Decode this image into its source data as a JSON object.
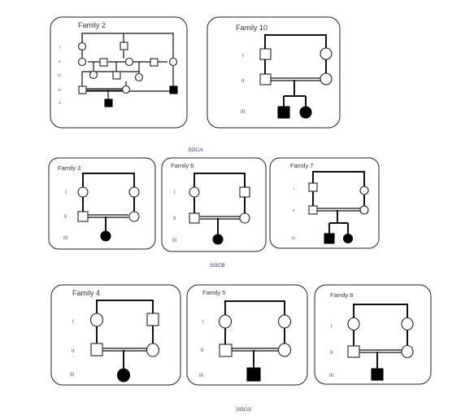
{
  "families": {
    "f2": {
      "title": "Family 2",
      "gens": [
        "I",
        "II",
        "III",
        "IV",
        "V"
      ]
    },
    "f10": {
      "title": "Family 10",
      "gens": [
        "I",
        "II",
        "III"
      ]
    },
    "f3": {
      "title": "Family 3",
      "gens": [
        "I",
        "II",
        "III"
      ]
    },
    "f6": {
      "title": "Family 6",
      "gens": [
        "I",
        "II",
        "III"
      ]
    },
    "f7": {
      "title": "Family 7",
      "gens": [
        "I",
        "II",
        "III"
      ]
    },
    "f4": {
      "title": "Family 4",
      "gens": [
        "I",
        "II",
        "III"
      ]
    },
    "f5": {
      "title": "Family 5",
      "gens": [
        "I",
        "II",
        "III"
      ]
    },
    "f8": {
      "title": "Family 8",
      "gens": [
        "I",
        "II",
        "III"
      ]
    }
  },
  "genes": {
    "row1": "SGCA",
    "row2": "SGCB",
    "row3": "SGCG"
  },
  "legend_semantics": {
    "square": "male",
    "circle": "female",
    "filled": "affected",
    "open": "unaffected",
    "double-line": "consanguineous union"
  }
}
